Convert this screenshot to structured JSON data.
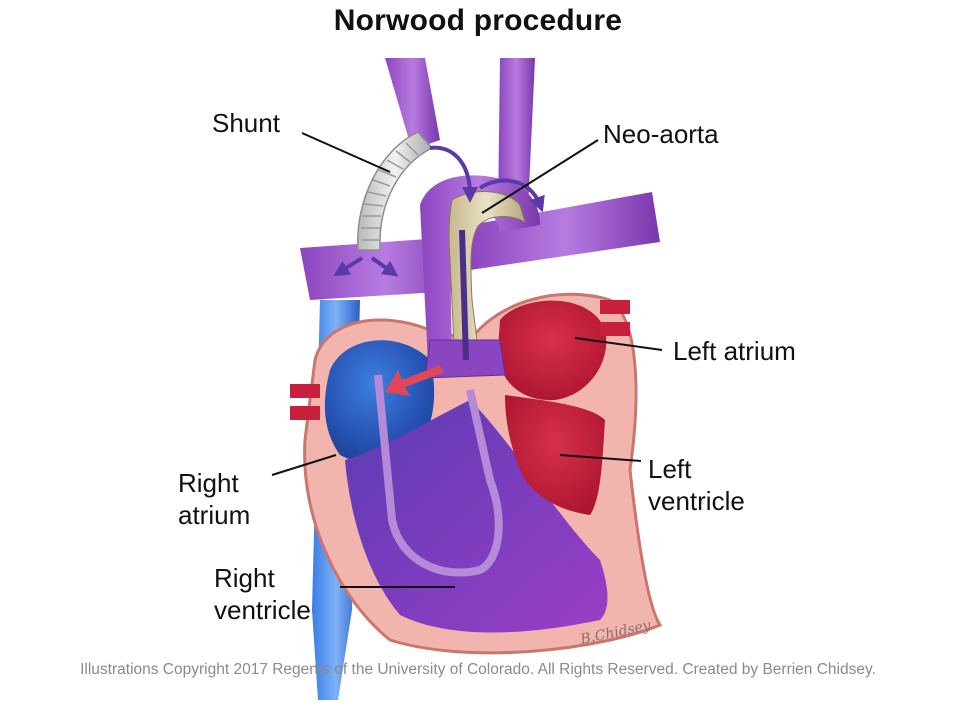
{
  "title": "Norwood procedure",
  "labels": {
    "shunt": "Shunt",
    "neo_aorta": "Neo-aorta",
    "left_atrium": "Left atrium",
    "left_ventricle": [
      "Left",
      "ventricle"
    ],
    "right_atrium": [
      "Right",
      "atrium"
    ],
    "right_ventricle": [
      "Right",
      "ventricle"
    ]
  },
  "signature": "B.Chidsey",
  "credit": "Illustrations Copyright 2017 Regents of the University of Colorado. All Rights Reserved. Created by Berrien Chidsey.",
  "colors": {
    "deoxygenated": "#2a63d4",
    "mixed": "#8b3fb8",
    "oxygenated": "#c8203c",
    "myocardium": "#f2b5ad",
    "shunt_graft": "#d9d9d9",
    "patch": "#d8ccaa"
  }
}
